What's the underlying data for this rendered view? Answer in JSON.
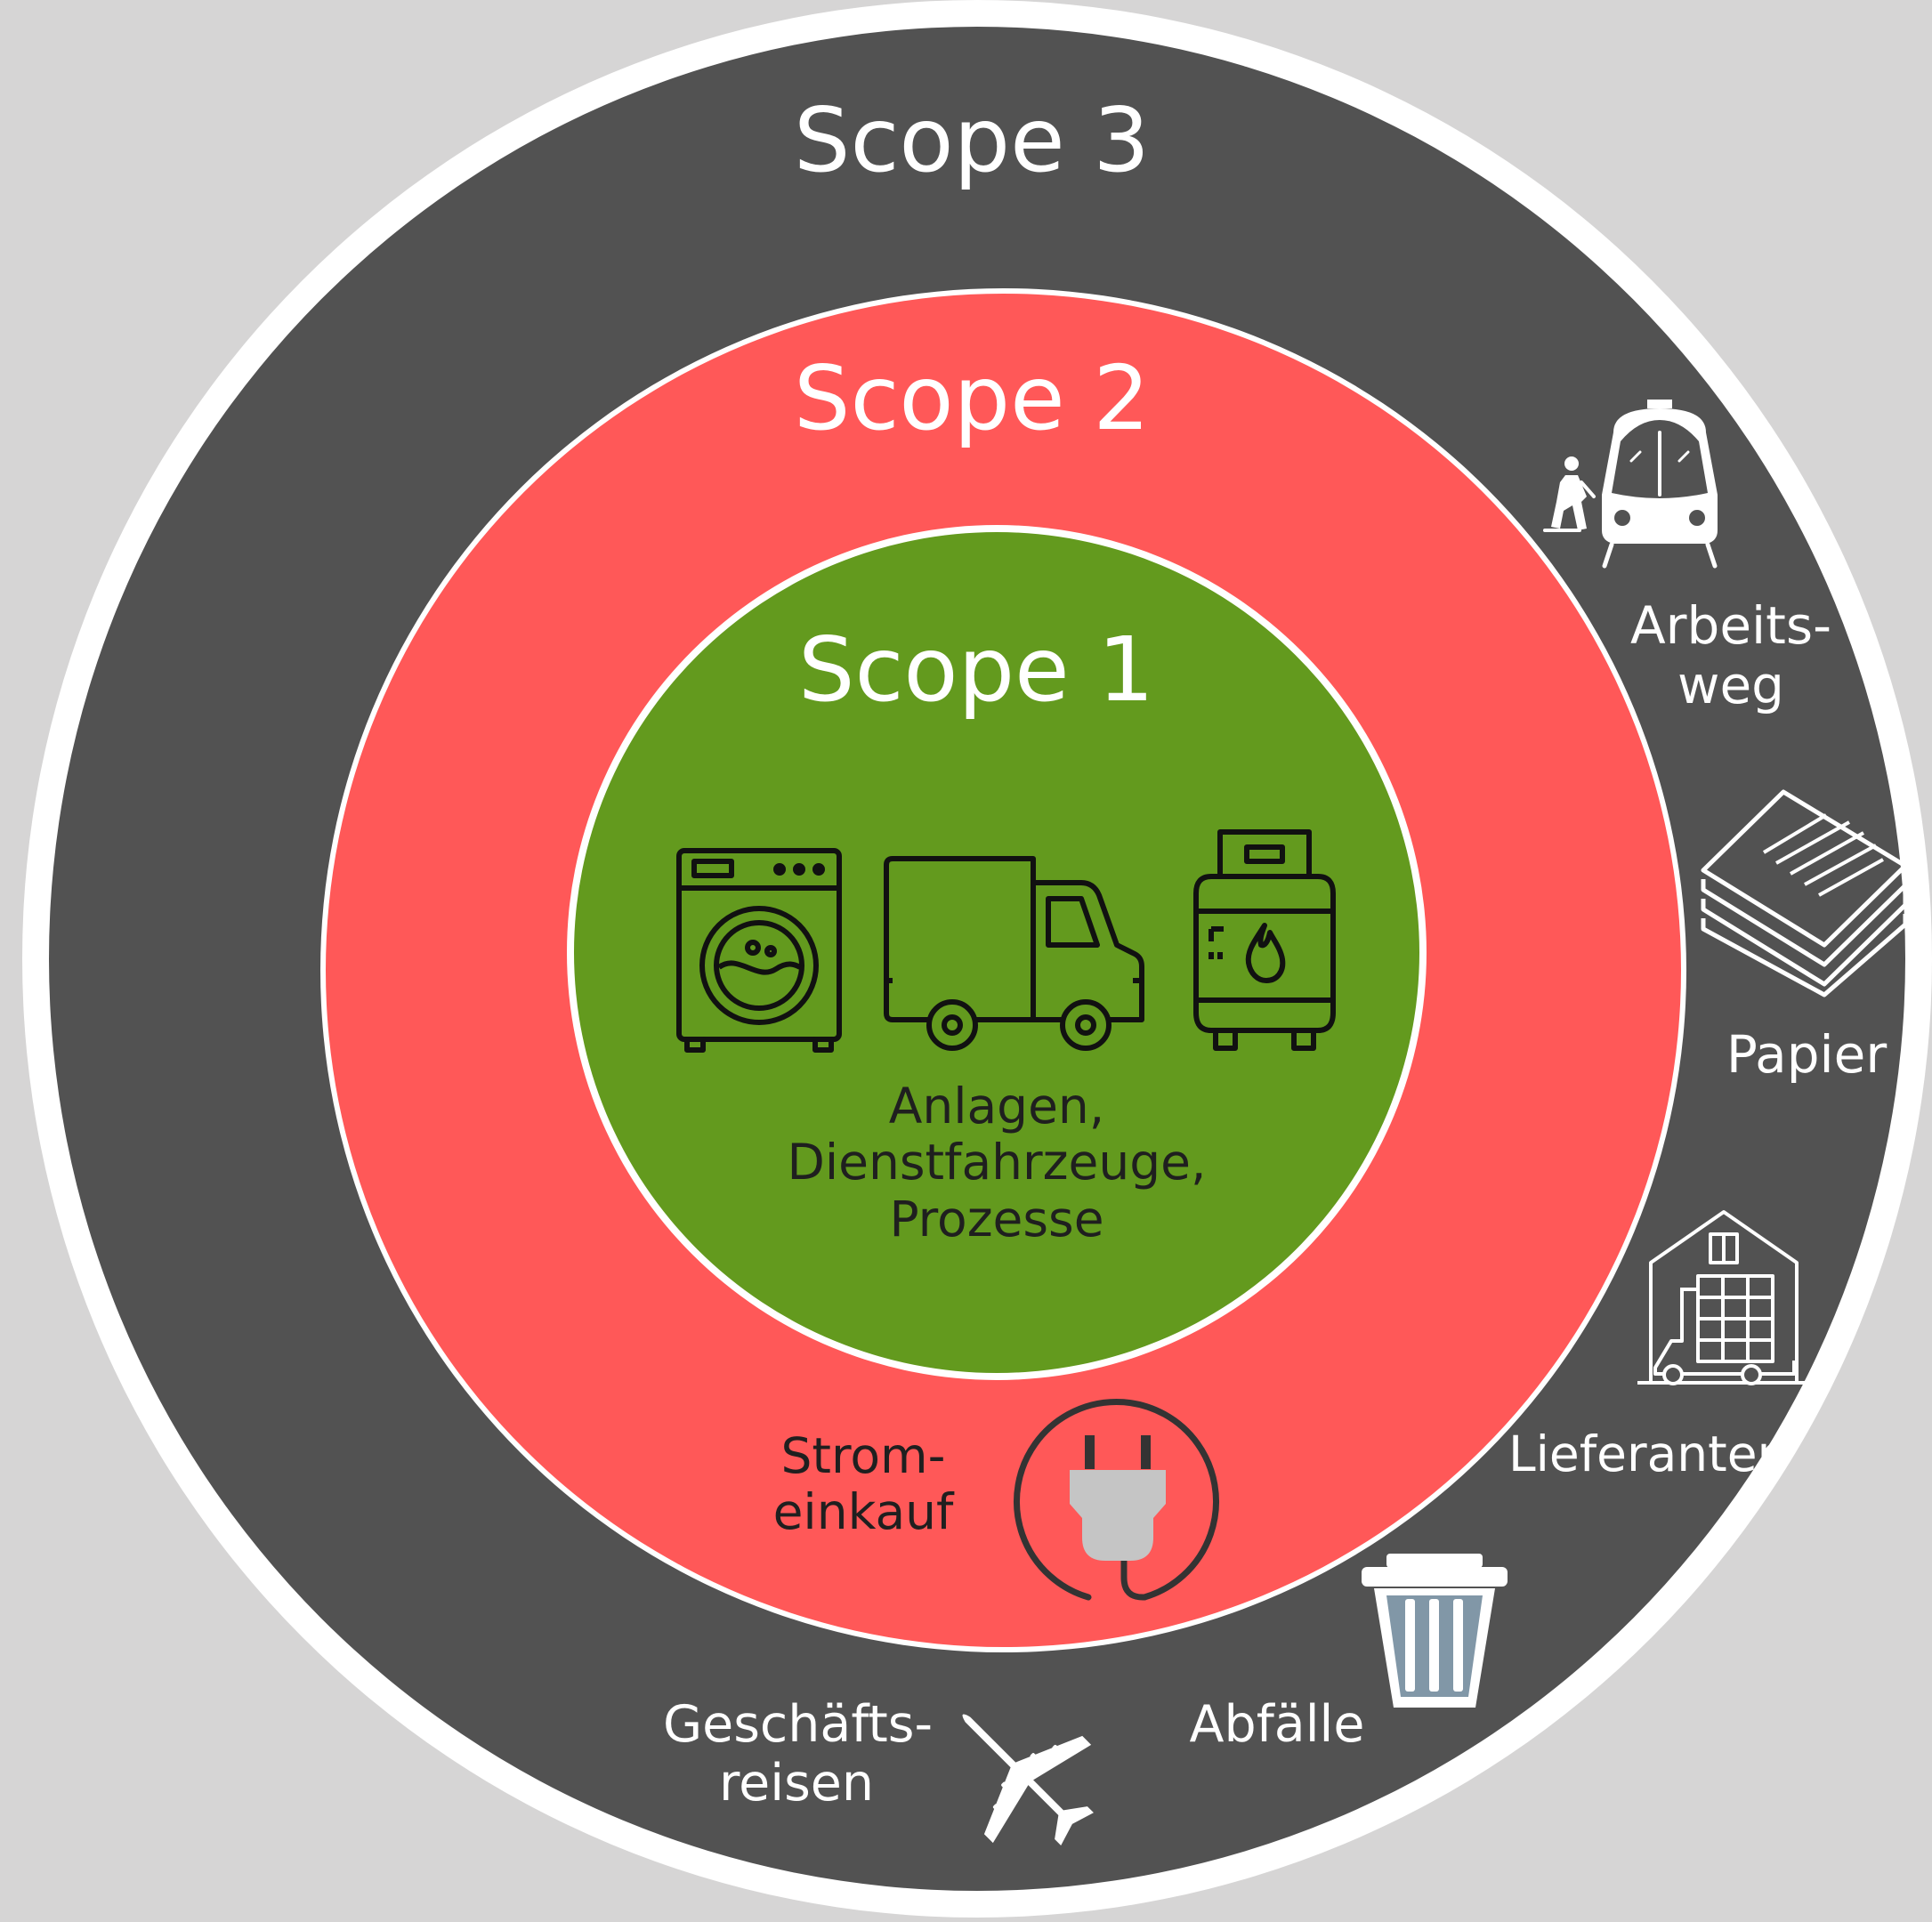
{
  "colors": {
    "background": "#d6d5d5",
    "scope3_fill": "#525252",
    "scope2_fill": "#ff5858",
    "scope1_fill": "#639a1e",
    "ring_border": "#ffffff"
  },
  "scopes": [
    {
      "title": "Scope 1",
      "items": [
        {
          "label_lines": [
            "Anlagen,",
            "Dienstfahrzeuge,",
            "Prozesse"
          ],
          "icons": [
            "washing-machine-icon",
            "truck-icon",
            "gas-cylinder-icon"
          ]
        }
      ]
    },
    {
      "title": "Scope 2",
      "items": [
        {
          "label_lines": [
            "Strom-",
            "einkauf"
          ],
          "icon": "power-plug-icon"
        }
      ]
    },
    {
      "title": "Scope 3",
      "items": [
        {
          "label_lines": [
            "Arbeits-",
            "weg"
          ],
          "icon": "train-icon"
        },
        {
          "label_lines": [
            "Papier"
          ],
          "icon": "paper-stack-icon"
        },
        {
          "label_lines": [
            "Lieferanten"
          ],
          "icon": "warehouse-delivery-icon"
        },
        {
          "label_lines": [
            "Abfälle"
          ],
          "icon": "trash-bin-icon"
        },
        {
          "label_lines": [
            "Geschäfts-",
            "reisen"
          ],
          "icon": "airplane-icon"
        }
      ]
    }
  ]
}
